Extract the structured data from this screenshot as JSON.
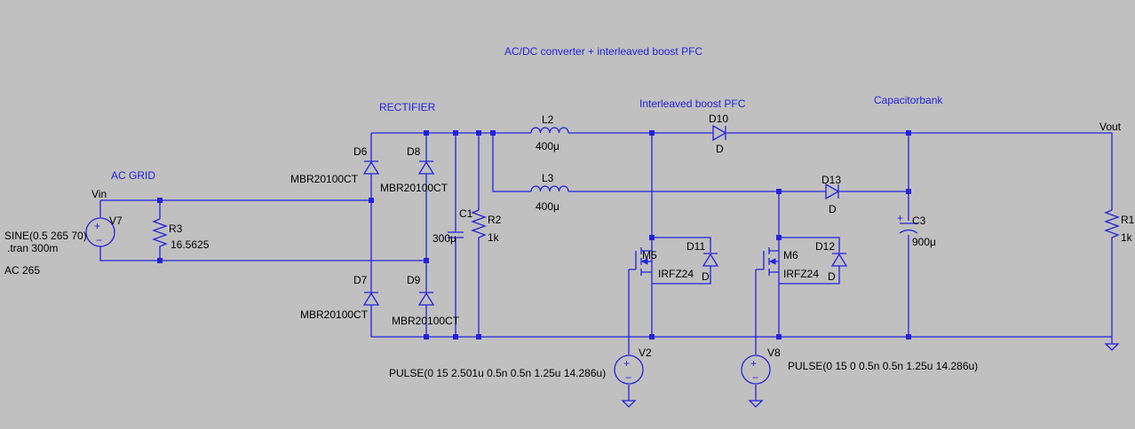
{
  "annotations": {
    "title": "AC/DC converter + interleaved boost PFC",
    "rectifier": "RECTIFIER",
    "boost": "Interleaved boost PFC",
    "capbank": "Capacitorbank",
    "grid": "AC GRID"
  },
  "nets": {
    "vin": "Vin",
    "vout": "Vout"
  },
  "directives": {
    "tran": ".tran 300m",
    "ac": "AC 265"
  },
  "components": {
    "V7": {
      "ref": "V7",
      "value": "SINE(0.5 265 70)"
    },
    "R3": {
      "ref": "R3",
      "value": "16.5625"
    },
    "D6": {
      "ref": "D6",
      "value": "MBR20100CT"
    },
    "D8": {
      "ref": "D8",
      "value": "MBR20100CT"
    },
    "D7": {
      "ref": "D7",
      "value": "MBR20100CT"
    },
    "D9": {
      "ref": "D9",
      "value": "MBR20100CT"
    },
    "C1": {
      "ref": "C1",
      "value": "300μ"
    },
    "R2": {
      "ref": "R2",
      "value": "1k"
    },
    "L2": {
      "ref": "L2",
      "value": "400μ"
    },
    "L3": {
      "ref": "L3",
      "value": "400μ"
    },
    "D10": {
      "ref": "D10",
      "value": "D"
    },
    "D13": {
      "ref": "D13",
      "value": "D"
    },
    "M5": {
      "ref": "M5",
      "value": "IRFZ24"
    },
    "M6": {
      "ref": "M6",
      "value": "IRFZ24"
    },
    "D11": {
      "ref": "D11",
      "value": "D"
    },
    "D12": {
      "ref": "D12",
      "value": "D"
    },
    "C3": {
      "ref": "C3",
      "value": "900μ"
    },
    "R1": {
      "ref": "R1",
      "value": "1k"
    },
    "V2": {
      "ref": "V2",
      "value": "PULSE(0 15 2.501u 0.5n 0.5n 1.25u 14.286u)"
    },
    "V8": {
      "ref": "V8",
      "value": "PULSE(0 15 0 0.5n 0.5n 1.25u 14.286u)"
    }
  },
  "colors": {
    "background": "#c0c0c0",
    "wire": "#2222dd",
    "text": "#000000",
    "annotation": "#2222dd"
  }
}
